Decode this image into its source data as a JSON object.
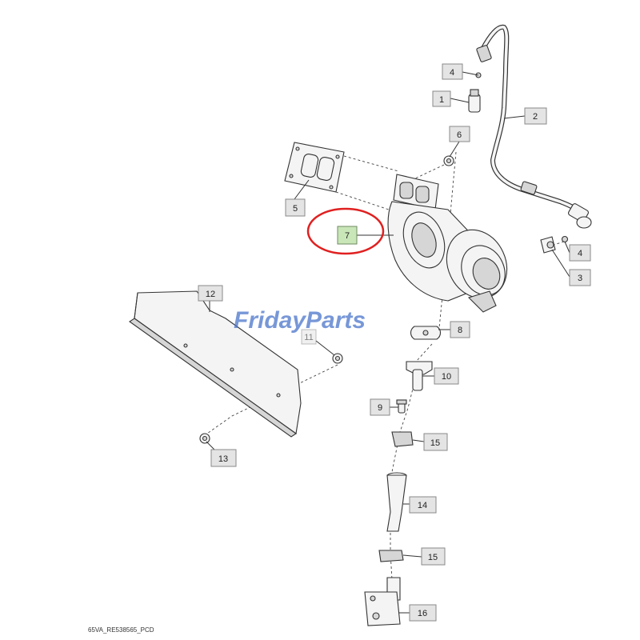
{
  "callouts": {
    "c1": "1",
    "c2": "2",
    "c3": "3",
    "c4a": "4",
    "c4b": "4",
    "c5": "5",
    "c6": "6",
    "c7": "7",
    "c8": "8",
    "c9": "9",
    "c10": "10",
    "c11": "11",
    "c12": "12",
    "c13": "13",
    "c14": "14",
    "c15a": "15",
    "c15b": "15",
    "c16": "16"
  },
  "watermark": "FridayParts",
  "footer_code": "65VA_RE538565_PCD",
  "colors": {
    "highlight_ring": "#e02020",
    "watermark": "#4a74c9",
    "highlight_callout": "#c9e6b8"
  }
}
